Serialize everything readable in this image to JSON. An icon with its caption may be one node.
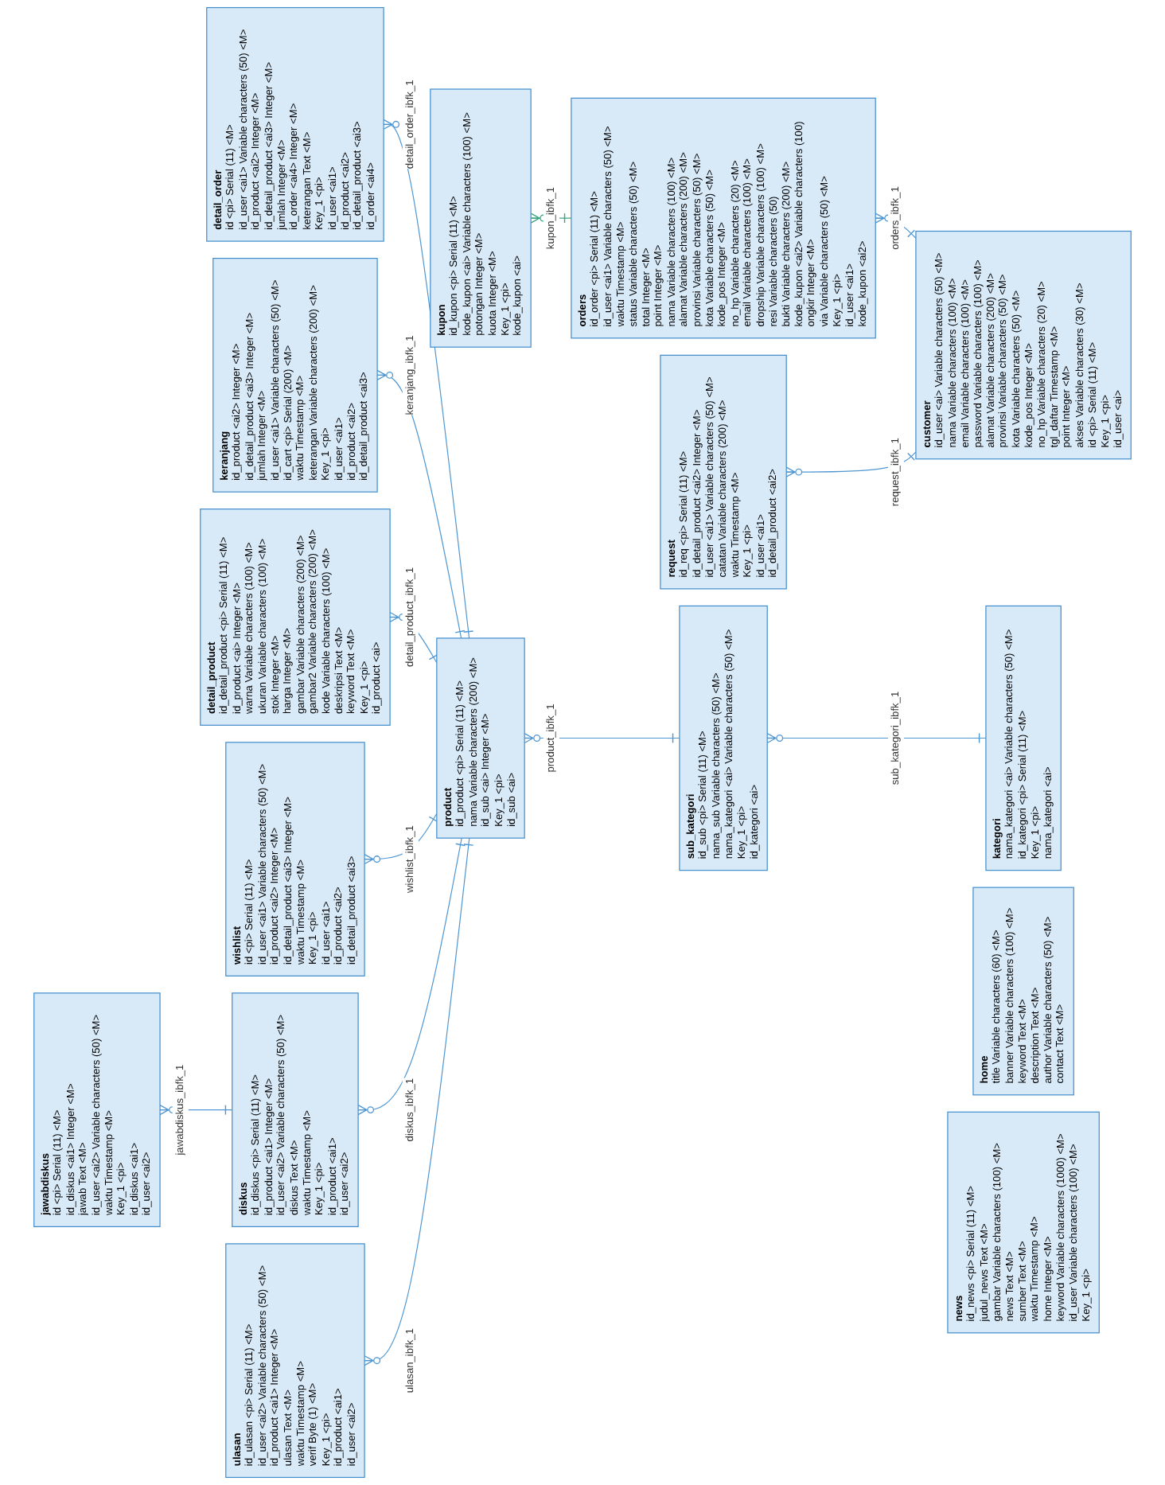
{
  "diagram": {
    "nodes": [
      {
        "text": [
          "ulasan",
          "id_ulasan <pi> Serial (11) <M>",
          "id_user <ai2> Variable characters (50) <M>",
          "id_product <ai1> Integer <M>",
          "ulasan Text <M>",
          "waktu Timestamp <M>",
          "verif Byte (1) <M>",
          "Key_1 <pi>",
          "id_product <ai1>",
          "id_user <ai2>"
        ]
      },
      {
        "text": [
          "diskus",
          "id_diskus <pi> Serial (11) <M>",
          "id_product <ai1> Integer <M>",
          "id_user <ai2> Variable characters (50) <M>",
          "diskus Text <M>",
          "waktu Timestamp <M>",
          "Key_1 <pi>",
          "id_product <ai1>",
          "id_user <ai2>"
        ]
      },
      {
        "text": [
          "wishlist",
          "id <pi> Serial (11) <M>",
          "id_user <ai1> Variable characters (50) <M>",
          "id_product <ai2> Integer <M>",
          "id_detail_product <ai3> Integer <M>",
          "waktu Timestamp <M>",
          "Key_1 <pi>",
          "id_user <ai1>",
          "id_product <ai2>",
          "id_detail_product <ai3>"
        ]
      },
      {
        "text": [
          "jawabdiskus",
          "id <pi> Serial (11) <M>",
          "id_diskus <ai1> Integer <M>",
          "jawab Text <M>",
          "id_user <ai2> Variable characters (50) <M>",
          "waktu Timestamp <M>",
          "Key_1 <pi>",
          "id_diskus <ai1>",
          "id_user <ai2>"
        ]
      },
      {
        "text": [
          "detail_product",
          "id_detail_product <pi> Serial (11) <M>",
          "id_product <ai> Integer <M>",
          "warna Variable characters (100) <M>",
          "ukuran Variable characters (100) <M>",
          "stok Integer <M>",
          "harga Integer <M>",
          "gambar Variable characters (200) <M>",
          "gambar2 Variable characters (200) <M>",
          "kode Variable characters (100) <M>",
          "deskripsi Text <M>",
          "keyword Text <M>",
          "Key_1 <pi>",
          "id_product <ai>"
        ]
      },
      {
        "text": [
          "keranjang",
          "id_product <ai2> Integer <M>",
          "id_detail_product <ai3> Integer <M>",
          "jumlah Integer <M>",
          "id_user <ai1> Variable characters (50) <M>",
          "id_cart <pi> Serial (200) <M>",
          "waktu Timestamp <M>",
          "keterangan Variable characters (200) <M>",
          "Key_1 <pi>",
          "id_user <ai1>",
          "id_product <ai2>",
          "id_detail_product <ai3>"
        ]
      },
      {
        "text": [
          "product",
          "id_product <pi> Serial (11) <M>",
          "nama Variable characters (200) <M>",
          "id_sub <ai> Integer <M>",
          "Key_1 <pi>",
          "id_sub <ai>"
        ]
      },
      {
        "text": [
          "sub_kategori",
          "id_sub <pi> Serial (11) <M>",
          "nama_sub Variable characters (50) <M>",
          "nama_kategori <ai> Variable characters (50) <M>",
          "Key_1 <pi>",
          "id_kategori <ai>"
        ]
      },
      {
        "text": [
          "detail_order",
          "id <pi> Serial (11) <M>",
          "id_user <ai1> Variable characters (50) <M>",
          "id_product <ai2> Integer <M>",
          "id_detail_product <ai3> Integer <M>",
          "jumlah Integer <M>",
          "id_order <ai4> Integer <M>",
          "keterangan Text <M>",
          "Key_1 <pi>",
          "id_user <ai1>",
          "id_product <ai2>",
          "id_detail_product <ai3>",
          "id_order <ai4>"
        ]
      },
      {
        "text": [
          "request",
          "id_req <pi> Serial (11) <M>",
          "id_detail_product <ai2> Integer <M>",
          "id_user <ai1> Variable characters (50) <M>",
          "catatan Variable characters (200) <M>",
          "waktu Timestamp <M>",
          "Key_1 <pi>",
          "id_user <ai1>",
          "id_detail_product <ai2>"
        ]
      },
      {
        "text": [
          "customer",
          "id_user <ai> Variable characters (50) <M>",
          "nama Variable characters (100) <M>",
          "email Variable characters (100) <M>",
          "password Variable characters (100) <M>",
          "alamat Variable characters (200) <M>",
          "provinsi Variable characters (50) <M>",
          "kota Variable characters (50) <M>",
          "kode_pos Integer <M>",
          "no_hp Variable characters (20) <M>",
          "tgl_daftar Timestamp <M>",
          "point Integer <M>",
          "akses Variable characters (30) <M>",
          "id <pi> Serial (11) <M>",
          "Key_1 <pi>",
          "id_user <ai>"
        ]
      },
      {
        "text": [
          "orders",
          "id_order <pi> Serial (11) <M>",
          "id_user <ai1> Variable characters (50) <M>",
          "waktu Timestamp <M>",
          "status Variable characters (50) <M>",
          "total Integer <M>",
          "point Integer <M>",
          "nama Variable characters (100) <M>",
          "alamat Variable characters (200) <M>",
          "provinsi Variable characters (50) <M>",
          "kota Variable characters (50) <M>",
          "kode_pos Integer <M>",
          "no_hp Variable characters (20) <M>",
          "email Variable characters (100) <M>",
          "dropship Variable characters (100) <M>",
          "resi Variable characters (50)",
          "bukti Variable characters (200) <M>",
          "kode_kupon <ai2> Variable characters (100)",
          "ongkir Integer <M>",
          "via Variable characters (50) <M>",
          "Key_1 <pi>",
          "id_user <ai1>",
          "kode_kupon <ai2>"
        ]
      },
      {
        "text": [
          "kupon",
          "id_kupon <pi> Serial (11) <M>",
          "kode_kupon <ai> Variable characters (100) <M>",
          "potongan Integer <M>",
          "kuota Integer <M>",
          "Key_1 <pi>",
          "kode_kupon <ai>"
        ]
      },
      {
        "text": [
          "news",
          "id_news <pi> Serial (11) <M>",
          "judul_news Text <M>",
          "gambar Variable characters (100) <M>",
          "news Text <M>",
          "sumber Text <M>",
          "waktu Timestamp <M>",
          "home Integer <M>",
          "keyword Variable characters (1000) <M>",
          "id_user Variable characters (100) <M>",
          "Key_1 <pi>"
        ]
      },
      {
        "text": [
          "home",
          "title Variable characters (60) <M>",
          "banner Variable characters (100) <M>",
          "keyword Text <M>",
          "description Text <M>",
          "author Variable characters (50) <M>",
          "contact Text <M>"
        ]
      },
      {
        "text": [
          "kategori",
          "nama_kategori <ai> Variable characters (50) <M>",
          "id_kategori <pi> Serial (11) <M>",
          "Key_1 <pi>",
          "nama_kategori <ai>"
        ]
      }
    ],
    "edges": [
      {
        "from": 6,
        "to": 0,
        "arrow": "other",
        "label": "ulasan_ibfk_1"
      },
      {
        "from": 6,
        "to": 1,
        "arrow": "other",
        "label": "diskus_ibfk_1"
      },
      {
        "from": 6,
        "to": 2,
        "arrow": "other",
        "label": "wishlist_ibfk_1"
      },
      {
        "from": 1,
        "to": 3,
        "arrow": "other",
        "label": "jawabdiskus_ibfk_1"
      },
      {
        "from": 6,
        "to": 4,
        "arrow": "other",
        "label": "detail_product_ibfk_1"
      },
      {
        "from": 6,
        "to": 5,
        "arrow": "other",
        "label": "keranjang_ibfk_1"
      },
      {
        "from": 7,
        "to": 6,
        "arrow": "other",
        "label": "product_ibfk_1"
      },
      {
        "from": 6,
        "to": 8,
        "arrow": "other",
        "label": "detail_order_ibfk_1"
      },
      {
        "from": 15,
        "to": 7,
        "arrow": "other",
        "label": "sub_kategori_ibfk_1"
      },
      {
        "from": 10,
        "to": 9,
        "arrow": "other",
        "label": "request_ibfk_1"
      },
      {
        "from": 10,
        "to": 11,
        "arrow": "other",
        "label": "orders_ibfk_1"
      },
      {
        "from": 11,
        "to": 12,
        "arrow": "other",
        "label": "kupon_ibfk_1",
        "color": "#3aa57e"
      }
    ]
  }
}
